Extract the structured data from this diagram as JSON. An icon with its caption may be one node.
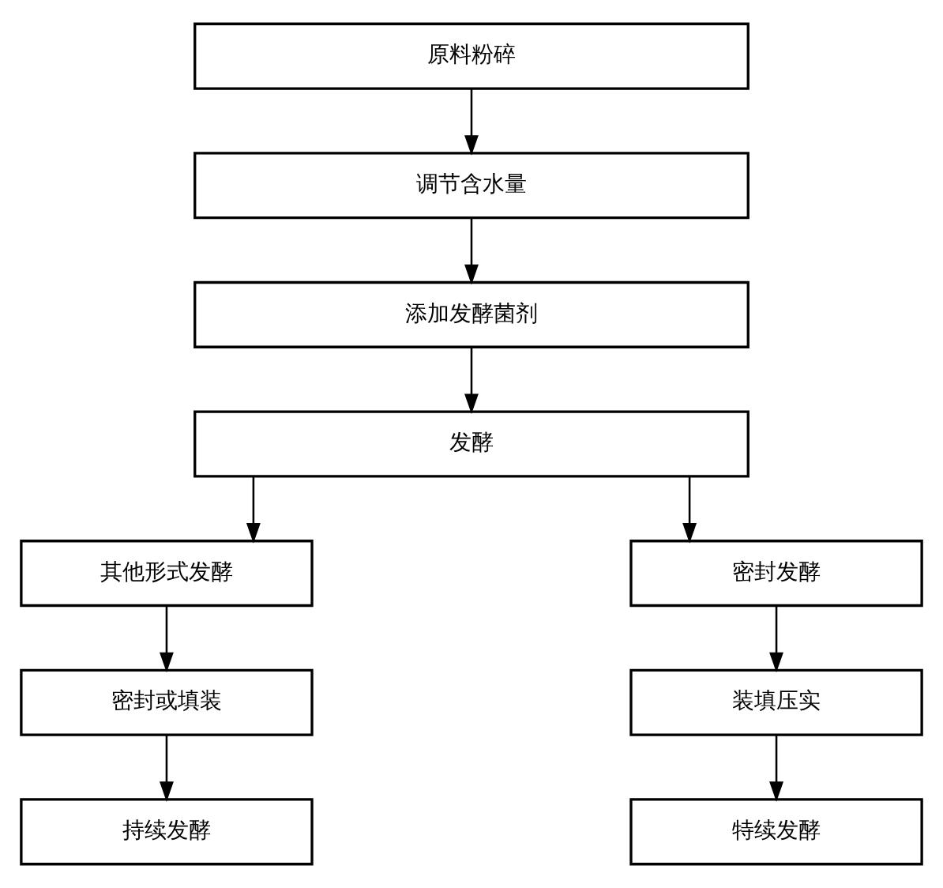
{
  "diagram": {
    "nodes": [
      {
        "text": [
          "原料粉碎"
        ]
      },
      {
        "text": [
          "调节含水量"
        ]
      },
      {
        "text": [
          "添加发酵菌剂"
        ]
      },
      {
        "text": [
          "发酵"
        ]
      },
      {
        "text": [
          "其他形式发酵"
        ]
      },
      {
        "text": [
          "密封发酵"
        ]
      },
      {
        "text": [
          "密封或填装"
        ]
      },
      {
        "text": [
          "装填压实"
        ]
      },
      {
        "text": [
          "持续发酵"
        ]
      },
      {
        "text": [
          "特续发酵"
        ]
      }
    ],
    "edges": [
      {
        "from": 0,
        "to": 1,
        "arrow": "to"
      },
      {
        "from": 1,
        "to": 2,
        "arrow": "to"
      },
      {
        "from": 2,
        "to": 3,
        "arrow": "to"
      },
      {
        "from": 3,
        "to": 4,
        "arrow": "to"
      },
      {
        "from": 3,
        "to": 5,
        "arrow": "to"
      },
      {
        "from": 4,
        "to": 6,
        "arrow": "to"
      },
      {
        "from": 5,
        "to": 7,
        "arrow": "to"
      },
      {
        "from": 6,
        "to": 8,
        "arrow": "to"
      },
      {
        "from": 7,
        "to": 9,
        "arrow": "to"
      }
    ]
  }
}
